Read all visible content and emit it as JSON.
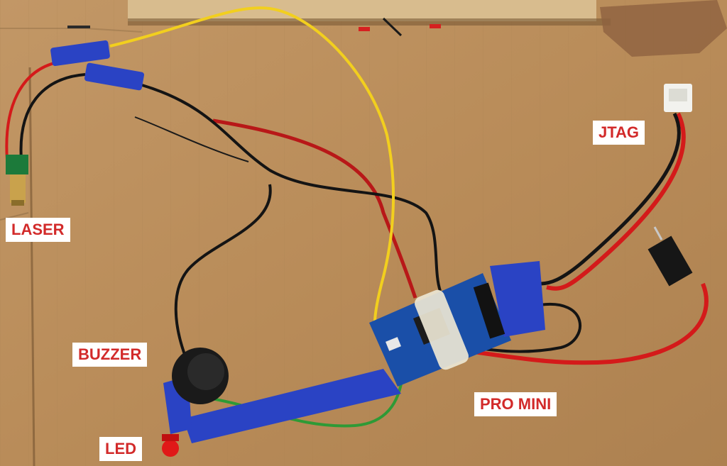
{
  "labels": {
    "laser": "LASER",
    "jtag": "JTAG",
    "buzzer": "BUZZER",
    "pro_mini": "PRO MINI",
    "led": "LED"
  },
  "colors": {
    "label_text": "#d22a2a",
    "label_background": "#ffffff",
    "cardboard": "#b98e5c",
    "wire_red": "#d41a1a",
    "wire_black": "#141414",
    "wire_yellow": "#f2cf1e",
    "wire_green": "#2e9a36",
    "tape_blue": "#2a43c4",
    "board_blue": "#1a4fa8"
  }
}
